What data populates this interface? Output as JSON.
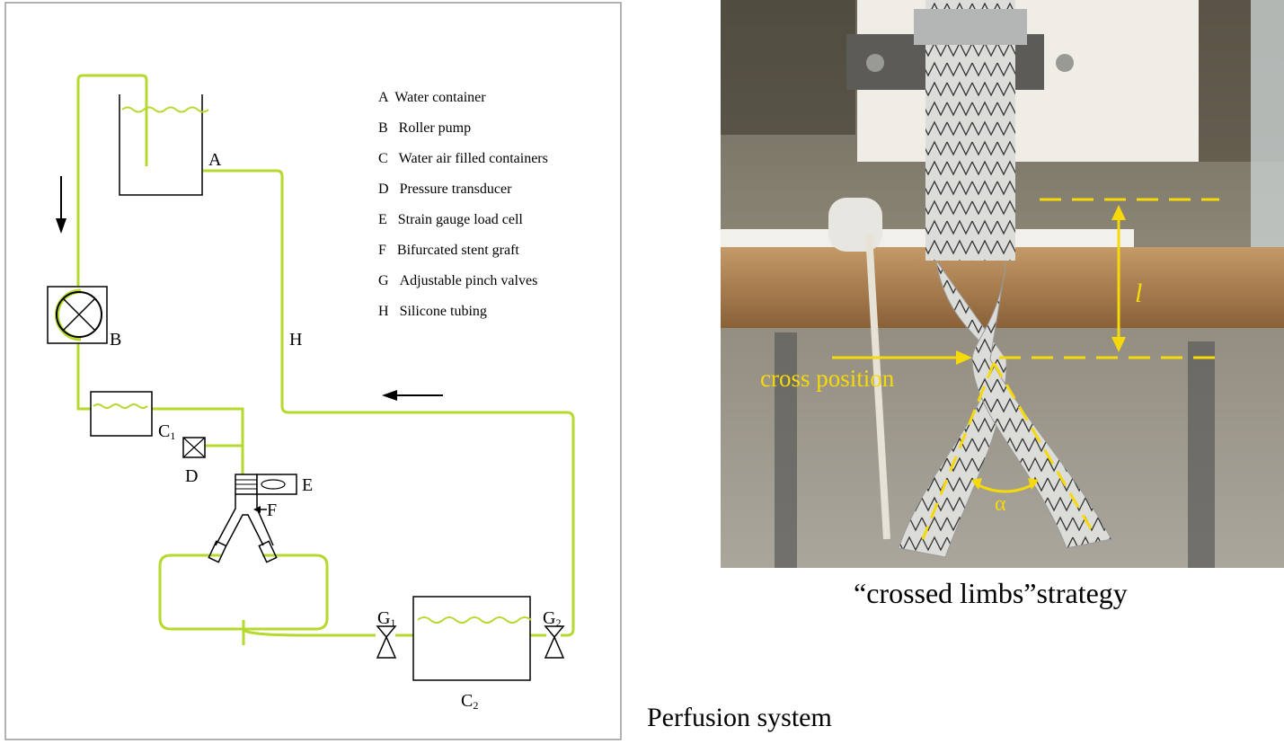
{
  "legend": [
    {
      "letter": "A",
      "text": "Water container"
    },
    {
      "letter": "B",
      "text": "Roller pump"
    },
    {
      "letter": "C",
      "text": "Water air filled containers"
    },
    {
      "letter": "D",
      "text": "Pressure transducer"
    },
    {
      "letter": "E",
      "text": "Strain gauge load cell"
    },
    {
      "letter": "F",
      "text": "Bifurcated stent graft"
    },
    {
      "letter": "G",
      "text": "Adjustable pinch valves"
    },
    {
      "letter": "H",
      "text": "Silicone tubing"
    }
  ],
  "labels": {
    "A": "A",
    "B": "B",
    "C1": "C",
    "C1_sub": "1",
    "C2": "C",
    "C2_sub": "2",
    "D": "D",
    "E": "E",
    "F": "F",
    "G1": "G",
    "G1_sub": "1",
    "G2": "G",
    "G2_sub": "2",
    "H": "H"
  },
  "photo": {
    "cross_position": "cross position",
    "length_symbol": "l",
    "angle_symbol": "α"
  },
  "captions": {
    "perfusion": "Perfusion system",
    "strategy": "“crossed limbs”strategy"
  },
  "colors": {
    "tubing": "#b5d92e",
    "annotation": "#f5d90a",
    "frame": "#999999"
  }
}
